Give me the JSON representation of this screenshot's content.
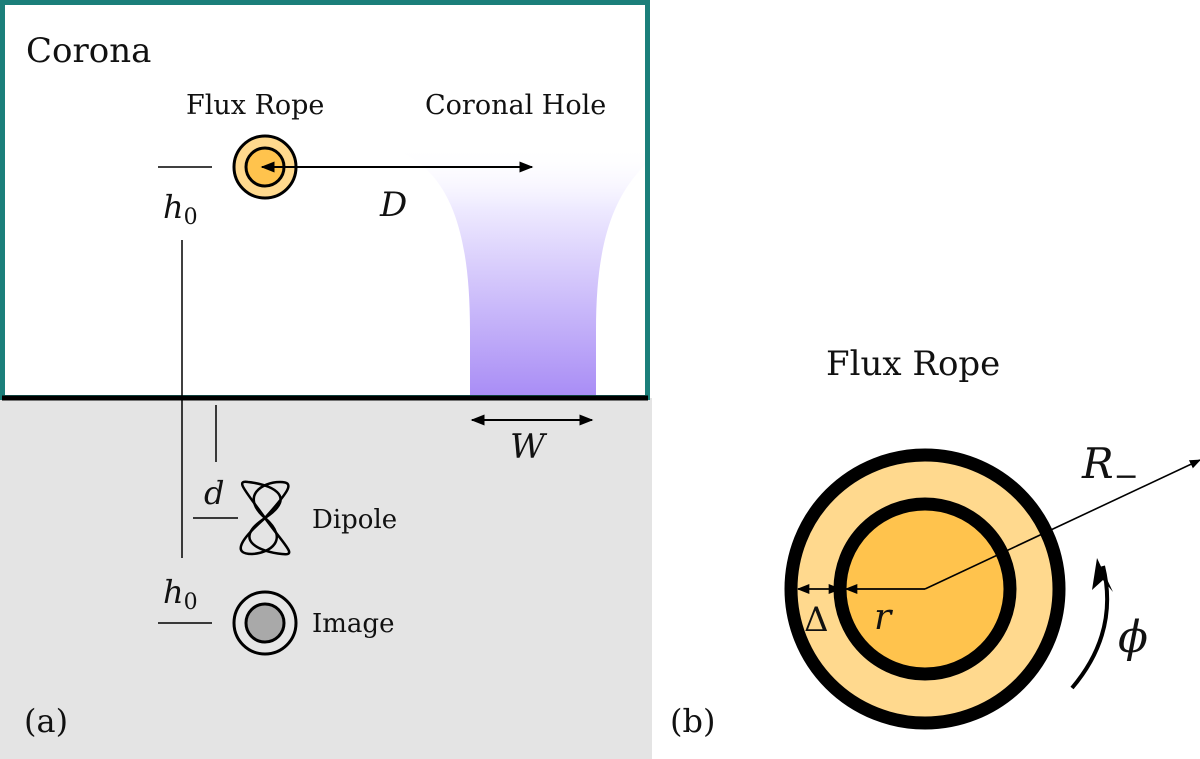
{
  "panel_a": {
    "corona_label": "Corona",
    "flux_rope_label": "Flux Rope",
    "coronal_hole_label": "Coronal Hole",
    "dipole_label": "Dipole",
    "image_label": "Image",
    "h0_symbol": "h",
    "h0_subscript": "0",
    "d_symbol": "d",
    "D_symbol": "D",
    "W_symbol": "W",
    "panel_tag": "(a)"
  },
  "panel_b": {
    "title": "Flux Rope",
    "R_symbol": "R",
    "R_subscript": "−",
    "delta_symbol": "Δ",
    "r_symbol": "r",
    "phi_symbol": "ϕ",
    "panel_tag": "(b)"
  },
  "colors": {
    "corona_border": "#1b7f7a",
    "photosphere_background": "#e4e4e4",
    "coronal_hole_fill": "#a88cf5",
    "rope_inner_fill": "#ffc34d",
    "rope_outer_fill": "#ffd98e",
    "image_core_fill": "#a9a9a9",
    "image_ring_fill": "#e6e6e6",
    "line": "#000000"
  }
}
